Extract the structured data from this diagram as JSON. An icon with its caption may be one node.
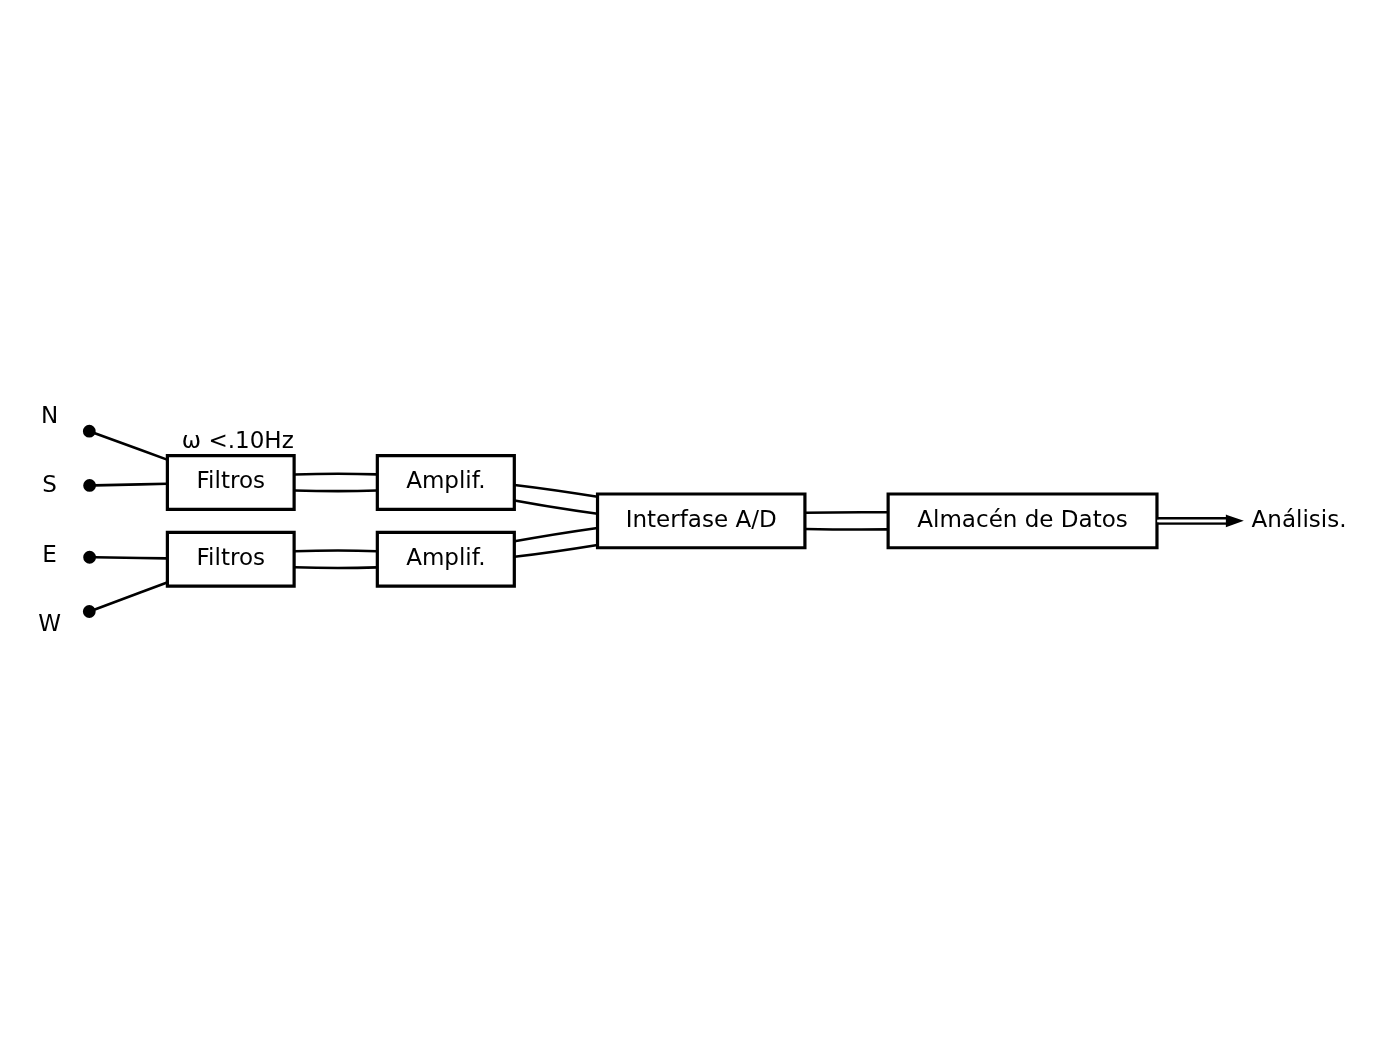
{
  "diagram": {
    "nodes": [
      {
        "text": [
          "N"
        ]
      },
      {
        "text": [
          "S"
        ]
      },
      {
        "text": [
          "E"
        ]
      },
      {
        "text": [
          "W"
        ]
      },
      {
        "text": [
          "Filtros"
        ],
        "beside": [
          "ω <.10Hz"
        ]
      },
      {
        "text": [
          "Filtros"
        ]
      },
      {
        "text": [
          "Amplif."
        ]
      },
      {
        "text": [
          "Amplif."
        ]
      },
      {
        "text": [
          "Interfase A/D"
        ]
      },
      {
        "text": [
          "Almacén de Datos"
        ]
      },
      {
        "text": [
          "Análisis."
        ]
      }
    ],
    "edges": [
      {
        "from": 0,
        "to": 4,
        "arrow": "other"
      },
      {
        "from": 1,
        "to": 4,
        "arrow": "other"
      },
      {
        "from": 2,
        "to": 5,
        "arrow": "other"
      },
      {
        "from": 3,
        "to": 5,
        "arrow": "other"
      },
      {
        "from": 4,
        "to": 6,
        "arrow": "none"
      },
      {
        "from": 4,
        "to": 6,
        "arrow": "none"
      },
      {
        "from": 5,
        "to": 7,
        "arrow": "none"
      },
      {
        "from": 5,
        "to": 7,
        "arrow": "none"
      },
      {
        "from": 6,
        "to": 8,
        "arrow": "none"
      },
      {
        "from": 6,
        "to": 8,
        "arrow": "none"
      },
      {
        "from": 7,
        "to": 8,
        "arrow": "none"
      },
      {
        "from": 7,
        "to": 8,
        "arrow": "none"
      },
      {
        "from": 8,
        "to": 9,
        "arrow": "none"
      },
      {
        "from": 8,
        "to": 9,
        "arrow": "none"
      },
      {
        "from": 9,
        "to": 10,
        "arrow": "to"
      }
    ]
  }
}
